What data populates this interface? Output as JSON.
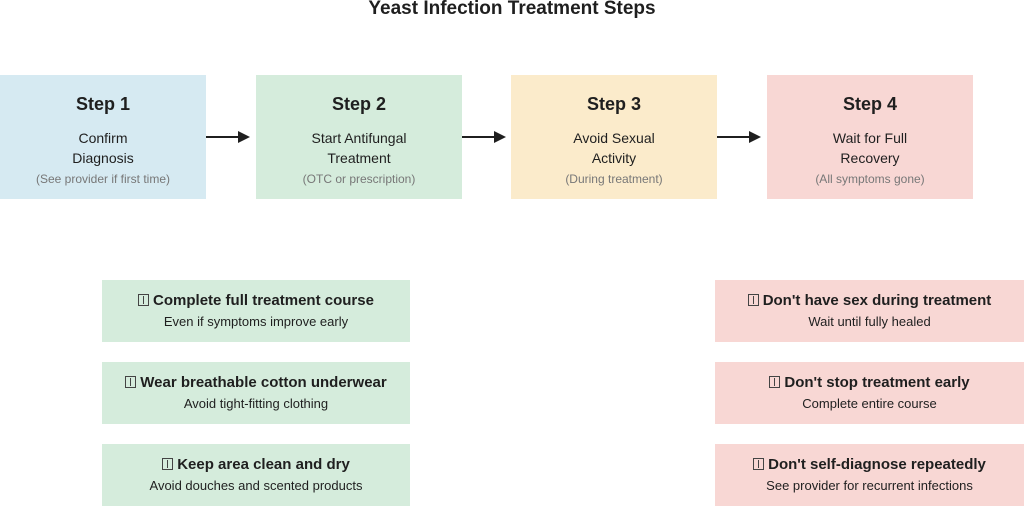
{
  "title": "Yeast Infection Treatment Steps",
  "steps": [
    {
      "label": "Step 1",
      "desc": "Confirm Diagnosis",
      "note": "(See provider if first time)",
      "color": "#d6eaf2"
    },
    {
      "label": "Step 2",
      "desc": "Start Antifungal Treatment",
      "note": "(OTC or prescription)",
      "color": "#d5ecdc"
    },
    {
      "label": "Step 3",
      "desc": "Avoid Sexual Activity",
      "note": "(During treatment)",
      "color": "#fbebcb"
    },
    {
      "label": "Step 4",
      "desc": "Wait for Full Recovery",
      "note": "(All symptoms gone)",
      "color": "#f8d7d4"
    }
  ],
  "dos": [
    {
      "title": "Complete full treatment course",
      "sub": "Even if symptoms improve early"
    },
    {
      "title": "Wear breathable cotton underwear",
      "sub": "Avoid tight-fitting clothing"
    },
    {
      "title": "Keep area clean and dry",
      "sub": "Avoid douches and scented products"
    }
  ],
  "donts": [
    {
      "title": "Don't have sex during treatment",
      "sub": "Wait until fully healed"
    },
    {
      "title": "Don't stop treatment early",
      "sub": "Complete entire course"
    },
    {
      "title": "Don't self-diagnose repeatedly",
      "sub": "See provider for recurrent infections"
    }
  ],
  "colors": {
    "arrow": "#1f1f1f",
    "do_bg": "#d5ecdc",
    "dont_bg": "#f8d7d4"
  }
}
